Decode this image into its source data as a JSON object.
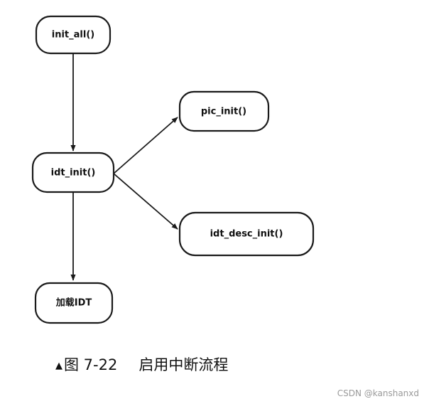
{
  "diagram": {
    "nodes": [
      {
        "id": "init_all",
        "label": "init_all()"
      },
      {
        "id": "pic_init",
        "label": "pic_init()"
      },
      {
        "id": "idt_init",
        "label": "idt_init()"
      },
      {
        "id": "idt_desc_init",
        "label": "idt_desc_init()"
      },
      {
        "id": "load_idt",
        "label": "加载IDT"
      }
    ],
    "edges": [
      {
        "from": "init_all",
        "to": "idt_init"
      },
      {
        "from": "idt_init",
        "to": "pic_init"
      },
      {
        "from": "idt_init",
        "to": "idt_desc_init"
      },
      {
        "from": "idt_init",
        "to": "load_idt"
      }
    ]
  },
  "caption": {
    "marker": "▲",
    "figure_number": "图 7-22",
    "title": "启用中断流程"
  },
  "watermark": "CSDN @kanshanxd"
}
